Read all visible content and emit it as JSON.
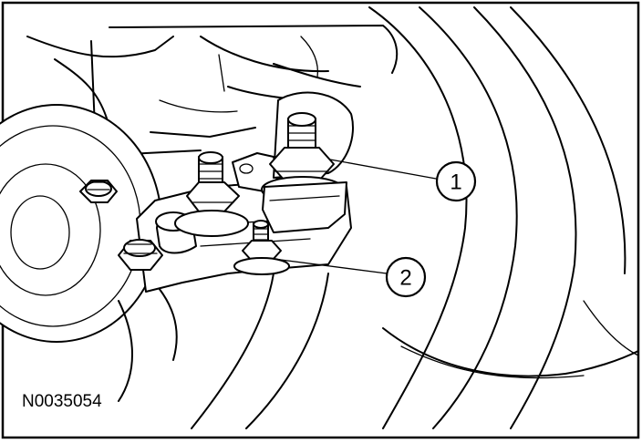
{
  "figure": {
    "id_label": "N0035054",
    "callouts": [
      {
        "number": "1"
      },
      {
        "number": "2"
      }
    ]
  }
}
